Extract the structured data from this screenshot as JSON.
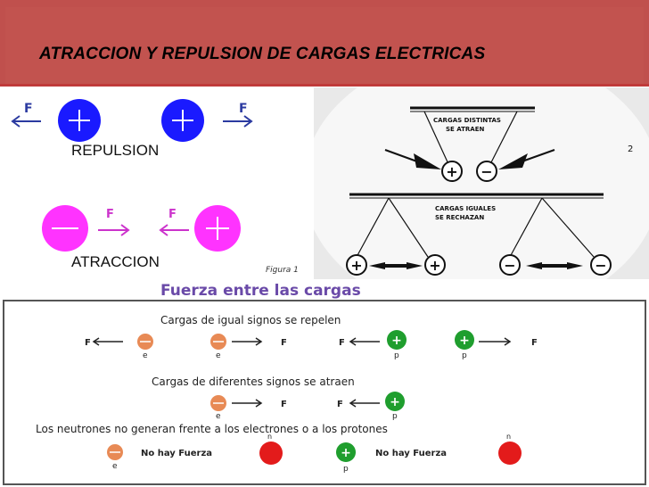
{
  "slide": {
    "title": "ATRACCION Y REPULSION DE CARGAS ELECTRICAS",
    "colors": {
      "header": "#c0504d",
      "blue_charge": "#1a1aff",
      "magenta_charge": "#ff33ff",
      "green_charge": "#1f9e2e",
      "orange_charge": "#e88a55",
      "neutron": "#e31b1b"
    }
  },
  "left_panel": {
    "force_label": "F",
    "repulsion_label": "REPULSION",
    "attraction_label": "ATRACCION",
    "figure_caption": "Figura 1",
    "plus_sign": "+",
    "minus_sign": "—"
  },
  "right_panel": {
    "top_caption_line1": "CARGAS DISTINTAS",
    "top_caption_line2": "SE ATRAEN",
    "bottom_caption_line1": "CARGAS IGUALES",
    "bottom_caption_line2": "SE RECHAZAN",
    "plus_sign": "+",
    "minus_sign": "−",
    "figure_mark": "2"
  },
  "bottom_panel": {
    "heading": "Fuerza entre las cargas",
    "row1_caption": "Cargas de igual signos se repelen",
    "row2_caption": "Cargas de diferentes signos se atraen",
    "row3_caption": "Los neutrones no generan frente a los electrones o a los protones",
    "force_label": "F",
    "electron_label": "e",
    "proton_label": "p",
    "neutron_label": "n",
    "no_force_label": "No hay Fuerza",
    "plus_sign": "+"
  }
}
